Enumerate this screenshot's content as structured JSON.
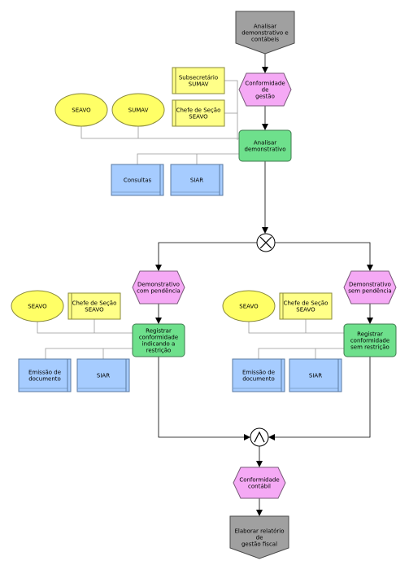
{
  "diagram": {
    "nodes": {
      "analisar_event": {
        "kind": "event-gray",
        "lines": [
          "Analisar",
          "demonstrativo e",
          "contábeis"
        ]
      },
      "conformidade_gestao": {
        "kind": "event",
        "lines": [
          "Conformidade",
          "de",
          "gestão"
        ]
      },
      "subsecretario": {
        "kind": "role",
        "lines": [
          "Subsecretário",
          "SUMAV"
        ]
      },
      "chefe_secao_top": {
        "kind": "role",
        "lines": [
          "Chefe de Seção",
          "SEAVO"
        ]
      },
      "seavo_top": {
        "kind": "org",
        "lines": [
          "SEAVO"
        ]
      },
      "sumav_top": {
        "kind": "org",
        "lines": [
          "SUMAV"
        ]
      },
      "analisar_function": {
        "kind": "function",
        "lines": [
          "Analisar",
          "demonstrativo"
        ]
      },
      "consultas": {
        "kind": "system",
        "lines": [
          "Consultas"
        ]
      },
      "siar_top": {
        "kind": "system",
        "lines": [
          "SIAR"
        ]
      },
      "xor_gate": {
        "kind": "xor",
        "lines": []
      },
      "demo_com_pendencia": {
        "kind": "event",
        "lines": [
          "Demonstrativo",
          "com pendência"
        ]
      },
      "demo_sem_pendencia": {
        "kind": "event",
        "lines": [
          "Demonstrativo",
          "sem pendência"
        ]
      },
      "seavo_left": {
        "kind": "org",
        "lines": [
          "SEAVO"
        ]
      },
      "chefe_secao_left": {
        "kind": "role",
        "lines": [
          "Chefe de Seção",
          "SEAVO"
        ]
      },
      "registrar_com": {
        "kind": "function",
        "lines": [
          "Registrar",
          "conformidade",
          "indicando a",
          "restrição"
        ]
      },
      "emissao_left": {
        "kind": "system",
        "lines": [
          "Emissão de",
          "documento"
        ]
      },
      "siar_left": {
        "kind": "system",
        "lines": [
          "SIAR"
        ]
      },
      "seavo_right": {
        "kind": "org",
        "lines": [
          "SEAVO"
        ]
      },
      "chefe_secao_right": {
        "kind": "role",
        "lines": [
          "Chefe de Seção",
          "SEAVO"
        ]
      },
      "registrar_sem": {
        "kind": "function",
        "lines": [
          "Registrar",
          "conformidade",
          "sem restrição"
        ]
      },
      "emissao_right": {
        "kind": "system",
        "lines": [
          "Emissão de",
          "documento"
        ]
      },
      "siar_right": {
        "kind": "system",
        "lines": [
          "SIAR"
        ]
      },
      "and_gate": {
        "kind": "and",
        "lines": []
      },
      "conformidade_contabil": {
        "kind": "event",
        "lines": [
          "Conformidade",
          "contábil"
        ]
      },
      "elaborar_event": {
        "kind": "event-gray",
        "lines": [
          "Elaborar relatório",
          "de",
          "gestão fiscal"
        ]
      }
    }
  }
}
